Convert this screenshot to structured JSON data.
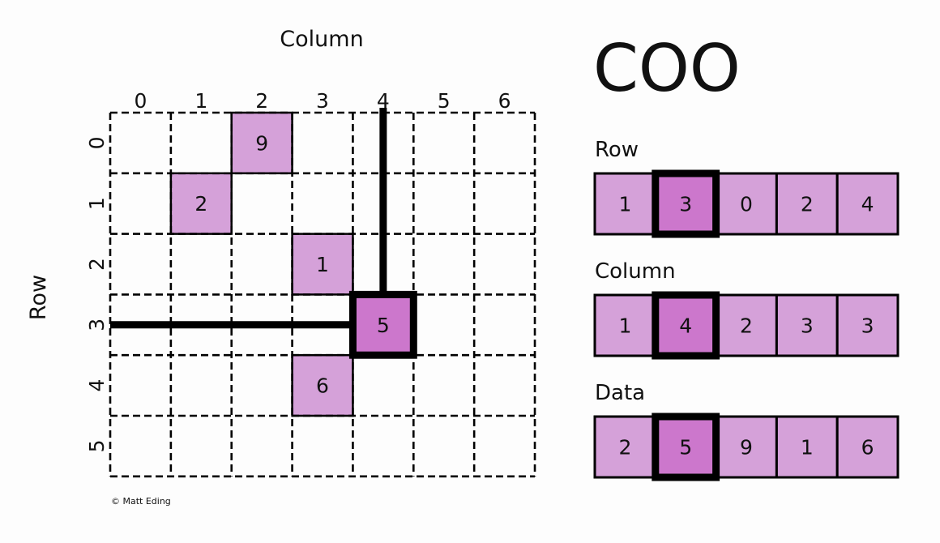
{
  "title": "COO",
  "copyright": "© Matt Eding",
  "matrix": {
    "column_axis_label": "Column",
    "row_axis_label": "Row",
    "column_indices": [
      "0",
      "1",
      "2",
      "3",
      "4",
      "5",
      "6"
    ],
    "row_indices": [
      "0",
      "1",
      "2",
      "3",
      "4",
      "5"
    ],
    "nonzero_cells": [
      {
        "row": 0,
        "col": 2,
        "value": "9"
      },
      {
        "row": 1,
        "col": 1,
        "value": "2"
      },
      {
        "row": 2,
        "col": 3,
        "value": "1"
      },
      {
        "row": 3,
        "col": 4,
        "value": "5"
      },
      {
        "row": 4,
        "col": 3,
        "value": "6"
      }
    ],
    "highlight": {
      "row": 3,
      "col": 4
    }
  },
  "arrays": [
    {
      "label": "Row",
      "values": [
        "1",
        "3",
        "0",
        "2",
        "4"
      ]
    },
    {
      "label": "Column",
      "values": [
        "1",
        "4",
        "2",
        "3",
        "3"
      ]
    },
    {
      "label": "Data",
      "values": [
        "2",
        "5",
        "9",
        "1",
        "6"
      ]
    }
  ],
  "highlight_index": 1,
  "colors": {
    "cell_fill": "#d5a1d9",
    "highlight_fill": "#cc77cc",
    "line": "#000000",
    "background": "#fdfdfd"
  }
}
